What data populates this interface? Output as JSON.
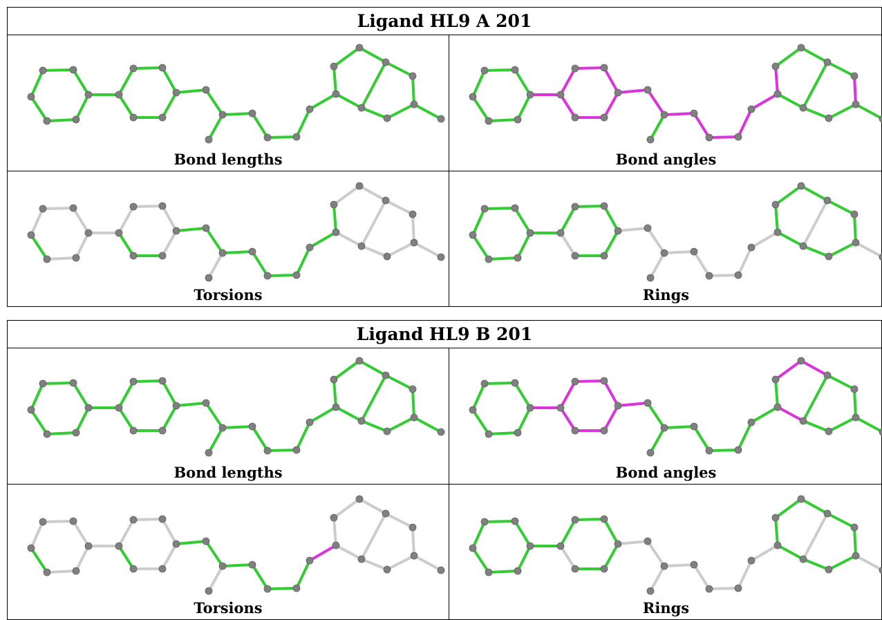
{
  "colors": {
    "green": "#33cc33",
    "magenta": "#dd33dd",
    "grey": "#cccccc",
    "atom": "#808080"
  },
  "ligands": [
    {
      "title": "Ligand HL9 A 201",
      "panels": [
        {
          "label": "Bond lengths",
          "highlight": {
            "green": "all"
          }
        },
        {
          "label": "Bond angles",
          "highlight": {
            "green": "all",
            "magenta": [
              6,
              7,
              8,
              9,
              10,
              11,
              12,
              13,
              14,
              15,
              16,
              17,
              18,
              19,
              20,
              24
            ]
          }
        },
        {
          "label": "Torsions",
          "highlight": {
            "green": [
              5,
              11,
              12,
              13,
              14,
              15,
              16,
              17,
              18,
              19,
              20
            ]
          }
        },
        {
          "label": "Rings",
          "highlight": {
            "green": [
              0,
              1,
              2,
              3,
              4,
              5,
              6,
              7,
              8,
              9,
              10,
              11,
              20,
              21,
              22,
              23,
              24,
              25,
              26,
              27
            ]
          }
        }
      ]
    },
    {
      "title": "Ligand HL9 B 201",
      "panels": [
        {
          "label": "Bond lengths",
          "highlight": {
            "green": "all"
          }
        },
        {
          "label": "Bond angles",
          "highlight": {
            "green": "all",
            "magenta": [
              6,
              7,
              8,
              9,
              10,
              11,
              12,
              13,
              21,
              22,
              27
            ]
          }
        },
        {
          "label": "Torsions",
          "highlight": {
            "green": [
              5,
              12,
              13,
              14,
              15,
              16,
              17,
              18
            ],
            "magenta": [
              19
            ]
          }
        },
        {
          "label": "Rings",
          "highlight": {
            "green": [
              0,
              1,
              2,
              3,
              4,
              5,
              6,
              7,
              8,
              9,
              10,
              11,
              20,
              21,
              22,
              23,
              24,
              25,
              26,
              27
            ]
          }
        }
      ]
    }
  ]
}
